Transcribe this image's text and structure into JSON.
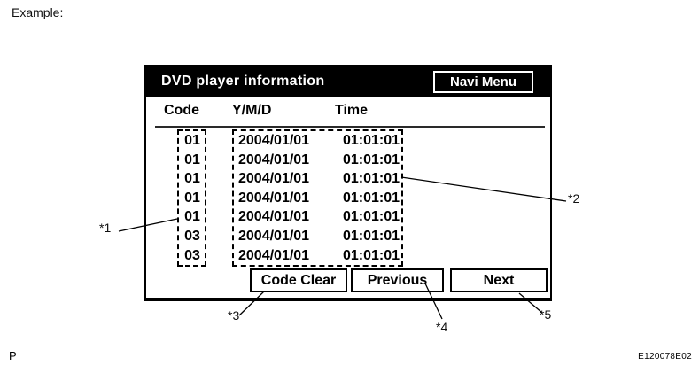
{
  "page": {
    "example_label": "Example:",
    "footer_left": "P",
    "figure_code": "E120078E02"
  },
  "screen": {
    "title": "DVD player information",
    "navi_menu_label": "Navi Menu",
    "columns": {
      "code": "Code",
      "ymd": "Y/M/D",
      "time": "Time"
    },
    "rows": [
      {
        "code": "01",
        "date": "2004/01/01",
        "time": "01:01:01"
      },
      {
        "code": "01",
        "date": "2004/01/01",
        "time": "01:01:01"
      },
      {
        "code": "01",
        "date": "2004/01/01",
        "time": "01:01:01"
      },
      {
        "code": "01",
        "date": "2004/01/01",
        "time": "01:01:01"
      },
      {
        "code": "01",
        "date": "2004/01/01",
        "time": "01:01:01"
      },
      {
        "code": "03",
        "date": "2004/01/01",
        "time": "01:01:01"
      },
      {
        "code": "03",
        "date": "2004/01/01",
        "time": "01:01:01"
      }
    ],
    "buttons": {
      "code_clear": "Code Clear",
      "previous": "Previous",
      "next": "Next"
    }
  },
  "callouts": {
    "c1": "*1",
    "c2": "*2",
    "c3": "*3",
    "c4": "*4",
    "c5": "*5"
  },
  "colors": {
    "header_bg": "#000000",
    "header_text": "#ffffff",
    "body_text": "#000000",
    "background": "#ffffff"
  }
}
